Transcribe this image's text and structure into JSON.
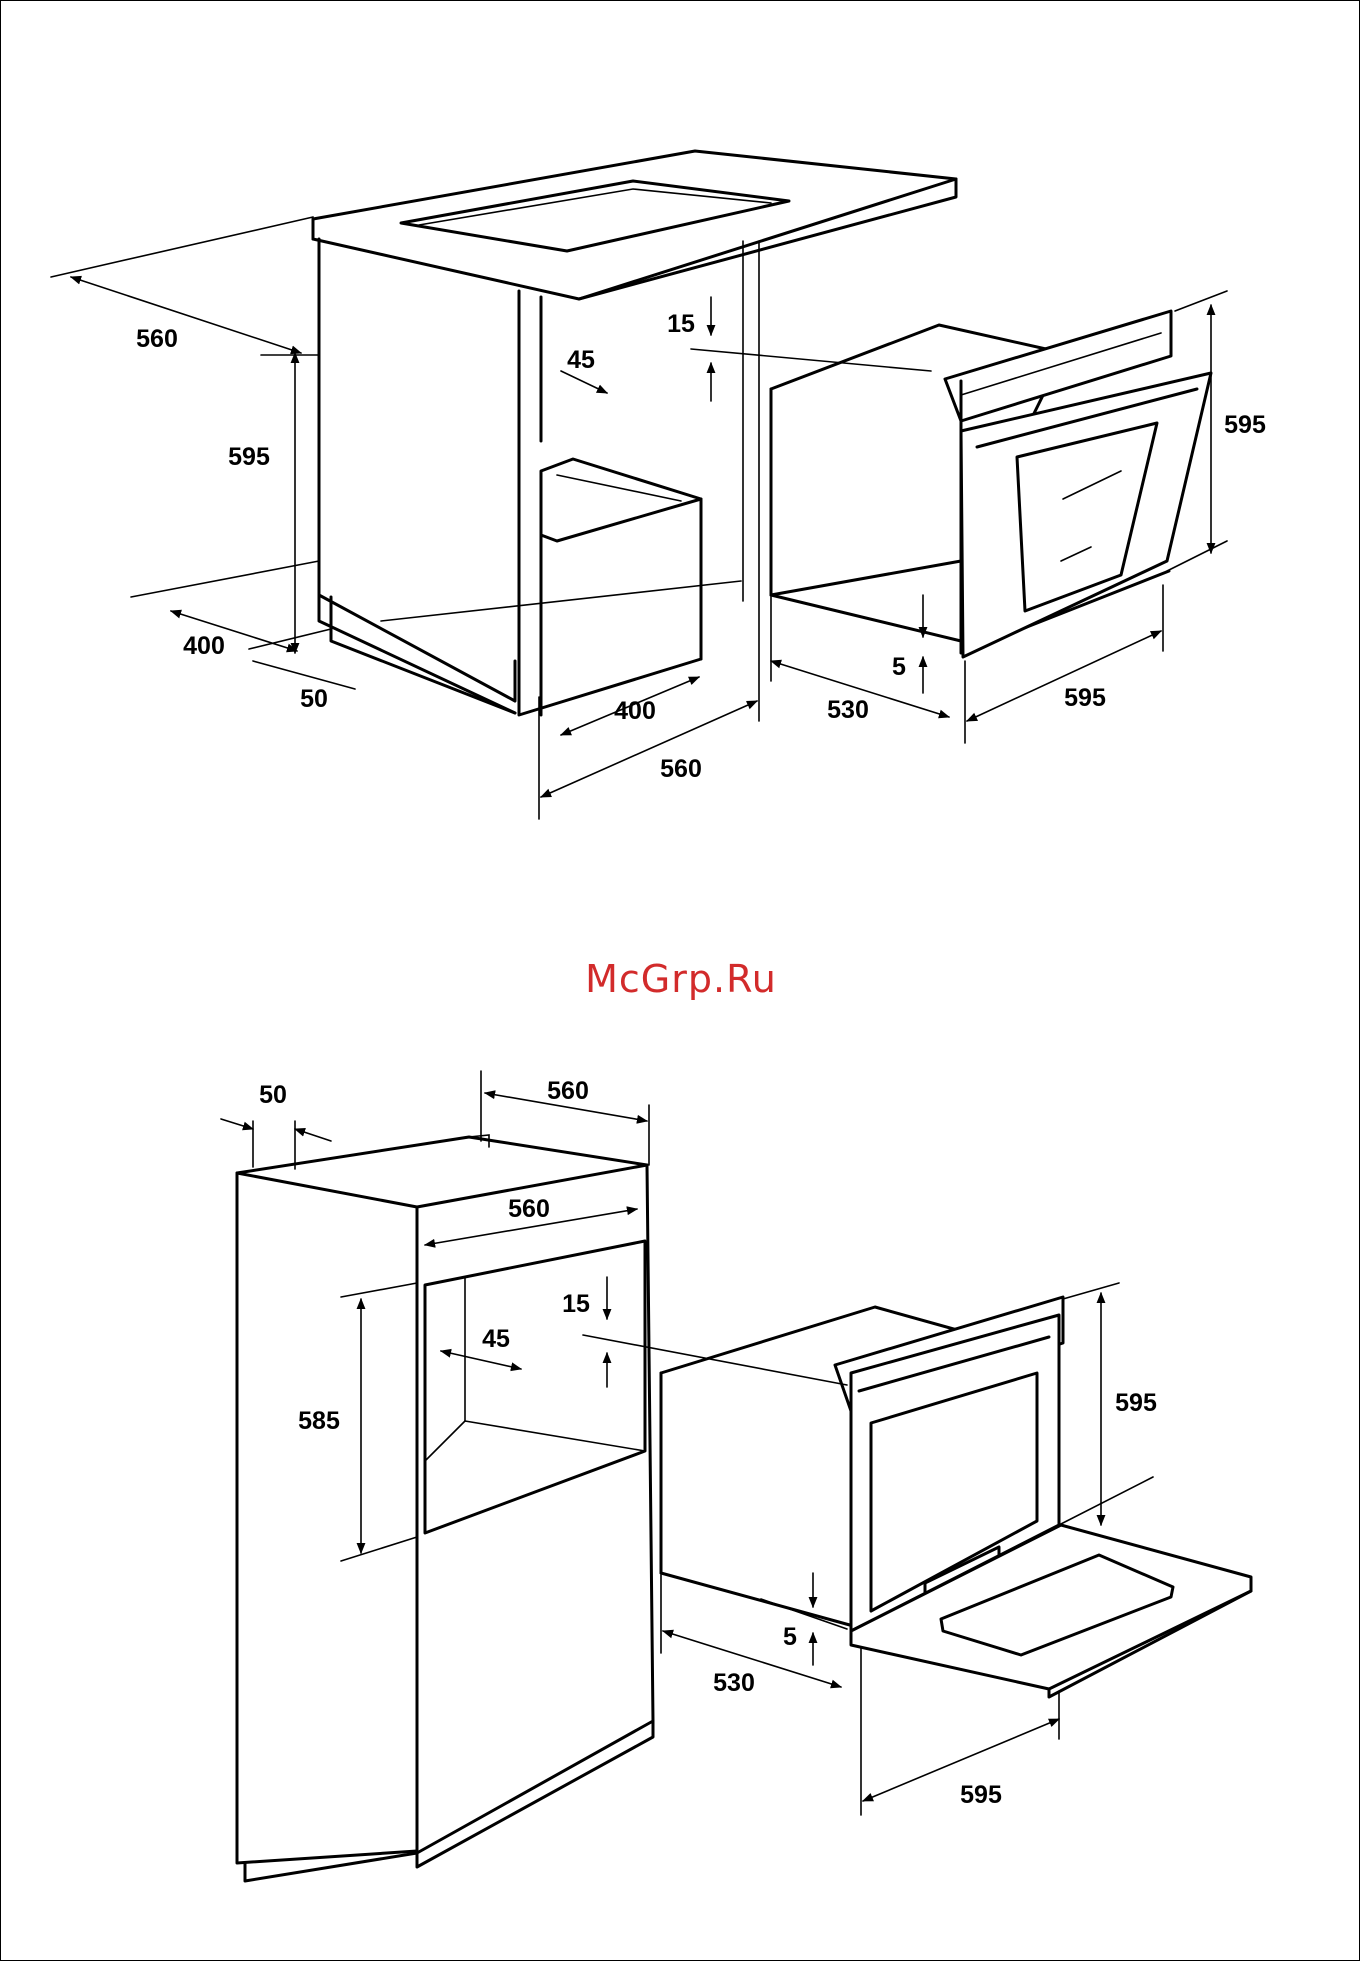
{
  "watermark": {
    "text": "McGrp.Ru",
    "color": "#d22b2b"
  },
  "top_figure": {
    "dimensions": {
      "cabinet_depth": "560",
      "niche_height": "595",
      "vent_gap": "45",
      "front_top_gap": "15",
      "oven_height": "595",
      "cabinet_rear_depth": "400",
      "cabinet_rear_gap": "50",
      "bottom_opening_depth": "400",
      "cabinet_width": "560",
      "oven_depth": "530",
      "oven_bottom_gap": "5",
      "oven_width": "595"
    }
  },
  "bottom_figure": {
    "dimensions": {
      "rear_gap": "50",
      "column_depth": "560",
      "niche_width": "560",
      "vent_gap": "45",
      "front_top_gap": "15",
      "niche_height": "585",
      "oven_height": "595",
      "oven_bottom_gap": "5",
      "oven_depth": "530",
      "oven_width": "595"
    }
  }
}
